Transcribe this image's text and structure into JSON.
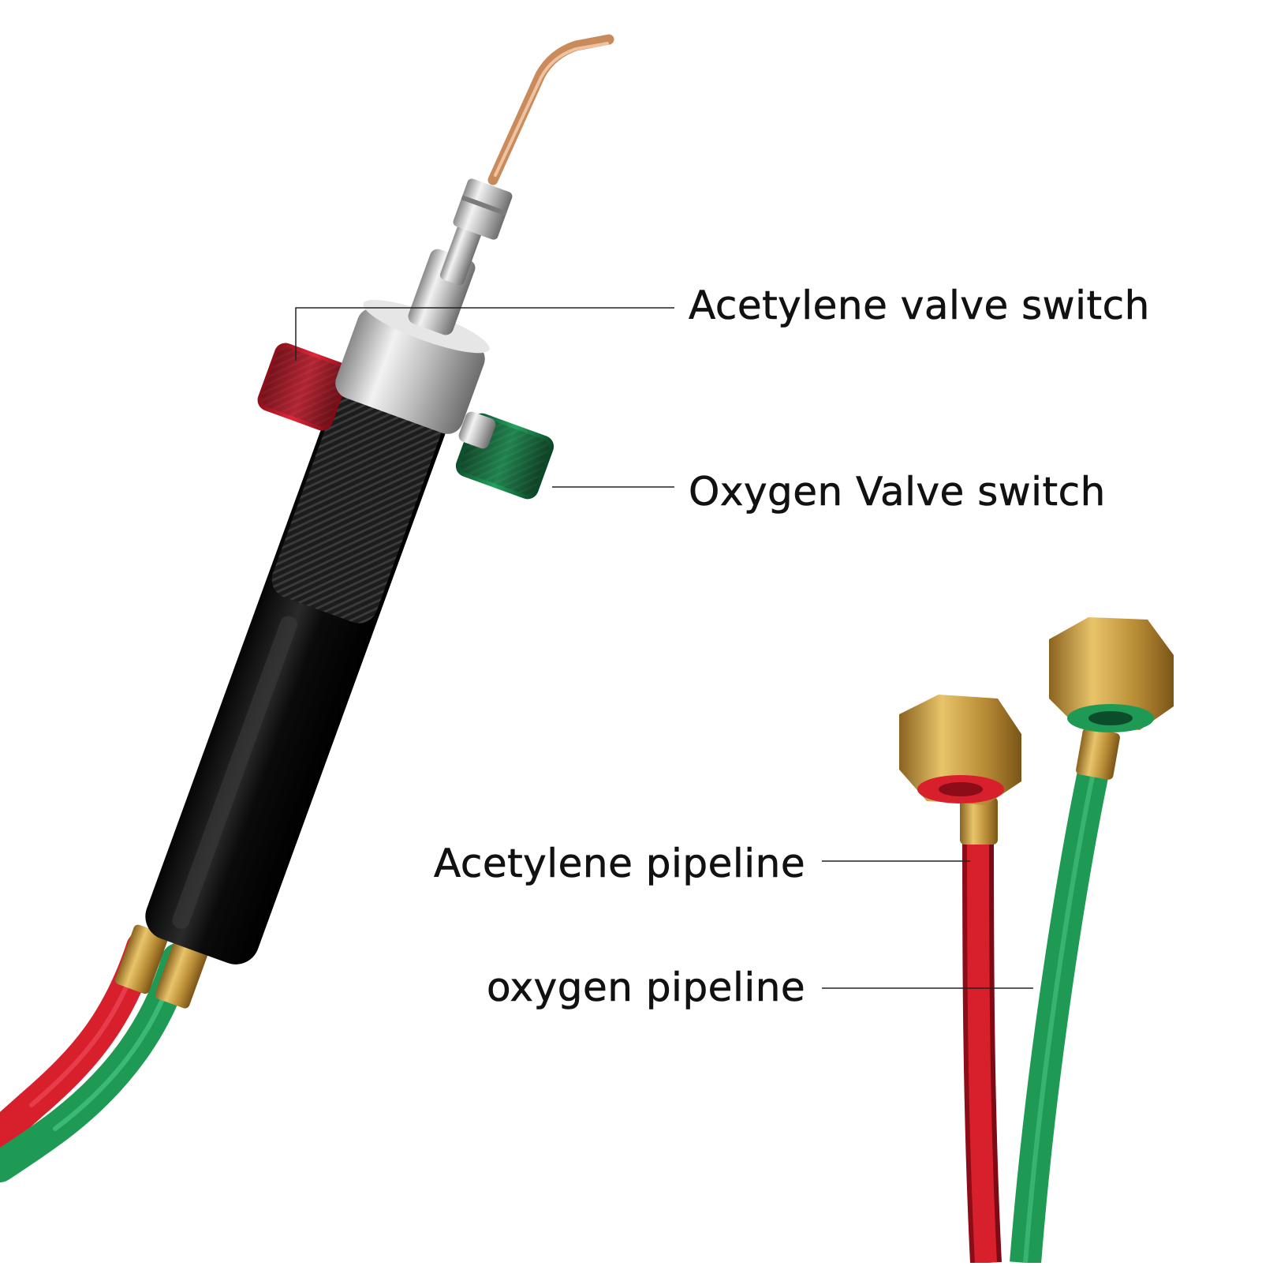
{
  "labels": {
    "acetylene_valve_switch": "Acetylene valve switch",
    "oxygen_valve_switch": "Oxygen Valve switch",
    "acetylene_pipeline": "Acetylene pipeline",
    "oxygen_pipeline": "oxygen pipeline"
  },
  "colors": {
    "acetylene": "#d8202c",
    "oxygen": "#1f9a55",
    "brass": "#c89a3c",
    "handle": "#161616",
    "steel": "#c9c9c9",
    "copper_tip": "#c98a5c",
    "leader_line": "#222222"
  }
}
